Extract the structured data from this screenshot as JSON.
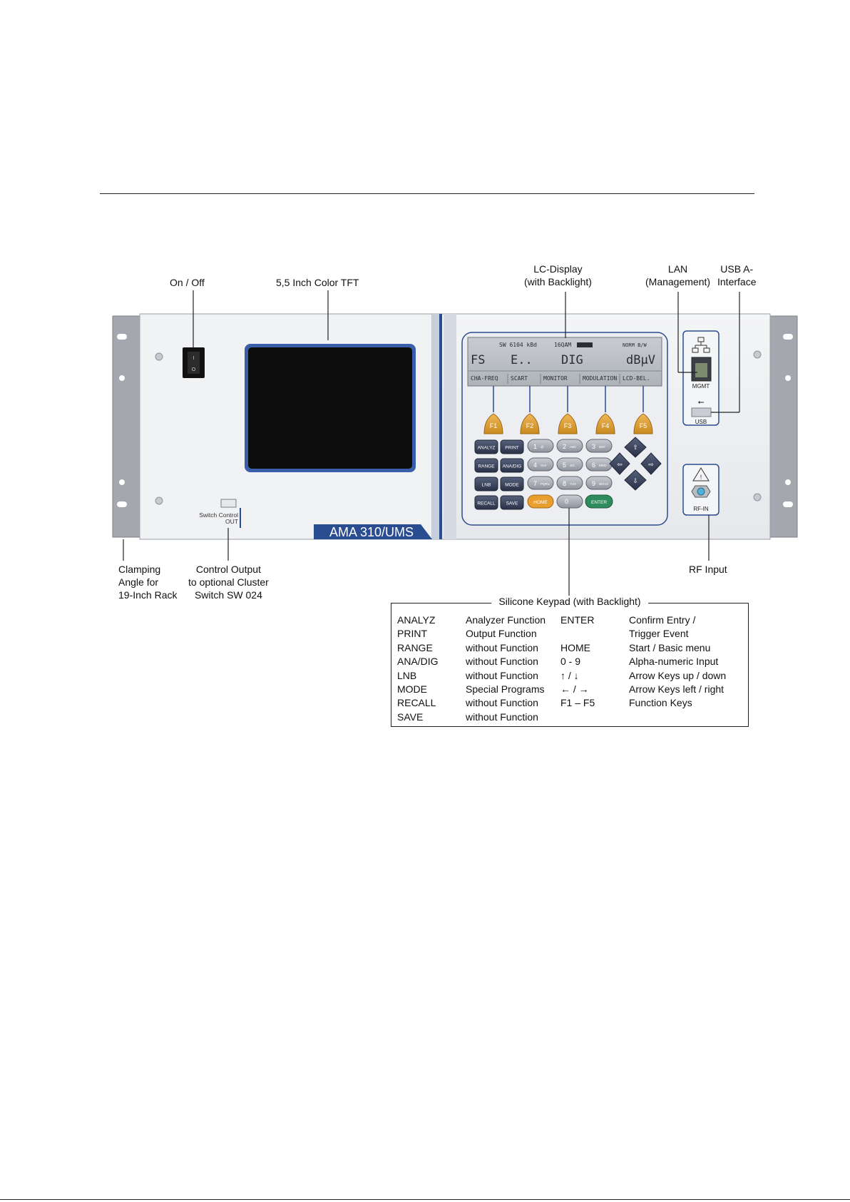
{
  "callouts": {
    "on_off": "On / Off",
    "tft": "5,5 Inch Color TFT",
    "lcd": [
      "LC-Display",
      "(with Backlight)"
    ],
    "lan": [
      "LAN",
      "(Management)"
    ],
    "usb": [
      "USB A-",
      "Interface"
    ],
    "clamping": [
      "Clamping",
      "Angle for",
      "19-Inch Rack"
    ],
    "control_output": [
      "Control Output",
      "to optional Cluster",
      "Switch SW 024"
    ],
    "rf_input": "RF Input"
  },
  "device": {
    "model": "AMA 310/UMS",
    "switch_control": [
      "Switch Control",
      "OUT"
    ],
    "mgmt_label": "MGMT",
    "usb_label": "USB",
    "rfin_label": "RF-IN",
    "lcd_status": [
      "SW 6104 kBd",
      "16QAM",
      "NORM B/W"
    ],
    "lcd_main": [
      "FS",
      "E..",
      "DIG",
      "dBµV"
    ],
    "lcd_menu": [
      "CHA-FREQ",
      "SCART",
      "MONITOR",
      "MODULATION",
      "LCD-BEL."
    ],
    "fkeys": [
      "F1",
      "F2",
      "F3",
      "F4",
      "F5"
    ],
    "left_keys": [
      [
        "ANALYZ",
        "PRINT"
      ],
      [
        "RANGE",
        "ANA/DIG"
      ],
      [
        "LNB",
        "MODE"
      ],
      [
        "RECALL",
        "SAVE"
      ]
    ],
    "num_keys": [
      [
        "1",
        "2",
        "3"
      ],
      [
        "4",
        "5",
        "6"
      ],
      [
        "7",
        "8",
        "9"
      ]
    ],
    "num_sub": [
      [
        "@",
        "ABC",
        "DEF"
      ],
      [
        "GHI",
        "JKL",
        "MNO"
      ],
      [
        "PQRS",
        "TUV",
        "WXYZ"
      ]
    ],
    "home_key": "HOME",
    "zero_key": "0",
    "enter_key": "ENTER"
  },
  "legend": {
    "title": "Silicone  Keypad  (with Backlight)",
    "rows": [
      [
        "ANALYZ",
        "Analyzer Function",
        "ENTER",
        "Confirm Entry /"
      ],
      [
        "PRINT",
        "Output Function",
        "",
        "Trigger Event"
      ],
      [
        "RANGE",
        "without Function",
        "HOME",
        "Start / Basic menu"
      ],
      [
        "ANA/DIG",
        "without Function",
        "0 - 9",
        "Alpha-numeric  Input"
      ],
      [
        "LNB",
        "without Function",
        "↑ / ↓",
        "Arrow Keys up / down"
      ],
      [
        "MODE",
        "Special Programs",
        "← / →",
        "Arrow Keys left / right"
      ],
      [
        "RECALL",
        "without Function",
        "F1 – F5",
        "Function Keys"
      ],
      [
        "SAVE",
        "without Function",
        "",
        ""
      ]
    ]
  }
}
